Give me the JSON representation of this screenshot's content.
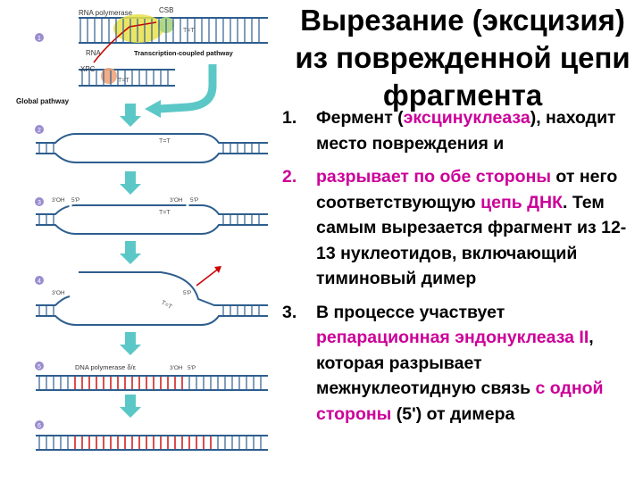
{
  "title": {
    "line1": "Вырезание (эксцизия)",
    "line2": "из поврежденной цепи",
    "line3": "фрагмента"
  },
  "colors": {
    "accent": "#cc0099",
    "strand": "#2e5e8e",
    "arrow": "#5cc7c7",
    "repair": "#cc0000",
    "polymerase": "#e8e04a",
    "xpc": "#f0a47a",
    "csb": "#a9d47c"
  },
  "steps": [
    {
      "num": "1.",
      "parts": [
        {
          "text": "Фермент (",
          "hl": false
        },
        {
          "text": "эксцинуклеаза",
          "hl": true
        },
        {
          "text": "), находит место повреждения и",
          "hl": false
        }
      ]
    },
    {
      "num": "2.",
      "hl_num": true,
      "parts": [
        {
          "text": "разрывает по обе стороны",
          "hl": true
        },
        {
          "text": " от него соответствующую ",
          "hl": false
        },
        {
          "text": "цепь ДНК",
          "hl": true
        },
        {
          "text": ". Тем самым вырезается фрагмент из 12-13 нуклеотидов, включающий тиминовый димер",
          "hl": false
        }
      ]
    },
    {
      "num": "3.",
      "parts": [
        {
          "text": "В процессе участвует ",
          "hl": false
        },
        {
          "text": "репарационная эндонуклеаза II",
          "hl": true
        },
        {
          "text": ", которая разрывает межнуклеотидную связь ",
          "hl": false
        },
        {
          "text": "с одной стороны",
          "hl": true
        },
        {
          "text": " (5') от димера",
          "hl": false
        }
      ]
    }
  ],
  "diagram": {
    "labels": {
      "rna_polymerase": "RNA polymerase",
      "csb": "CSB",
      "rna": "RNA",
      "tt": "T=T",
      "tcp": "Transcription-coupled pathway",
      "xpc": "XPC",
      "global": "Global pathway",
      "oh3": "3'OH",
      "p5": "5'P",
      "dna_pol": "DNA polymerase δ/ε"
    },
    "stage_numbers": [
      "1",
      "2",
      "3",
      "4",
      "5",
      "6"
    ]
  }
}
